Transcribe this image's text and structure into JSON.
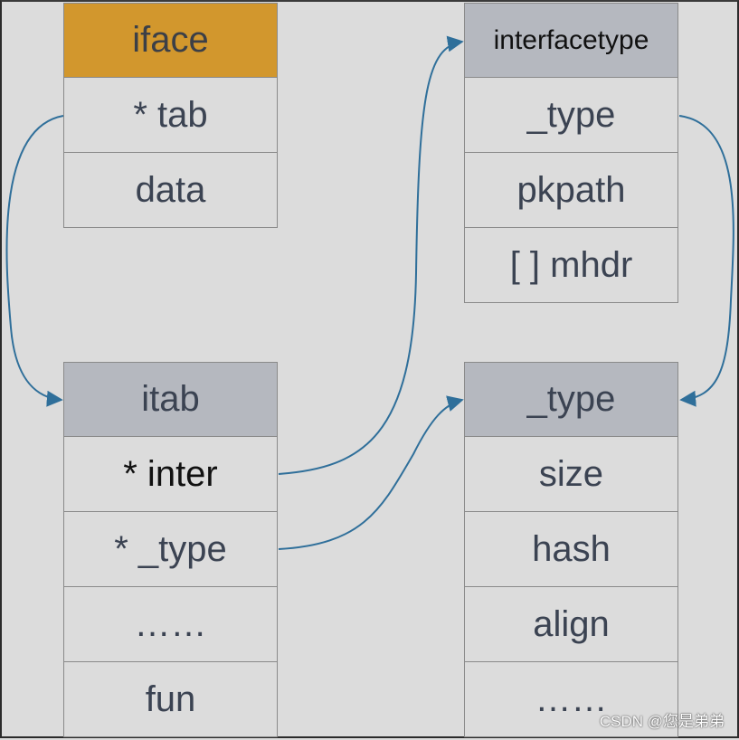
{
  "structs": {
    "iface": {
      "title": "iface",
      "fields": [
        "* tab",
        "data"
      ]
    },
    "interfacetype": {
      "title": "interfacetype",
      "fields": [
        "_type",
        "pkpath",
        "[ ] mhdr"
      ]
    },
    "itab": {
      "title": "itab",
      "fields": [
        "* inter",
        "* _type",
        "……",
        "fun"
      ]
    },
    "type": {
      "title": "_type",
      "fields": [
        "size",
        "hash",
        "align",
        "……"
      ]
    }
  },
  "watermark": "CSDN @您是弟弟",
  "colors": {
    "background": "#dcdcdc",
    "iface_header": "#d2972d",
    "struct_header": "#b5b8bf",
    "arrow": "#2f6f9a",
    "text": "#3b4352"
  }
}
